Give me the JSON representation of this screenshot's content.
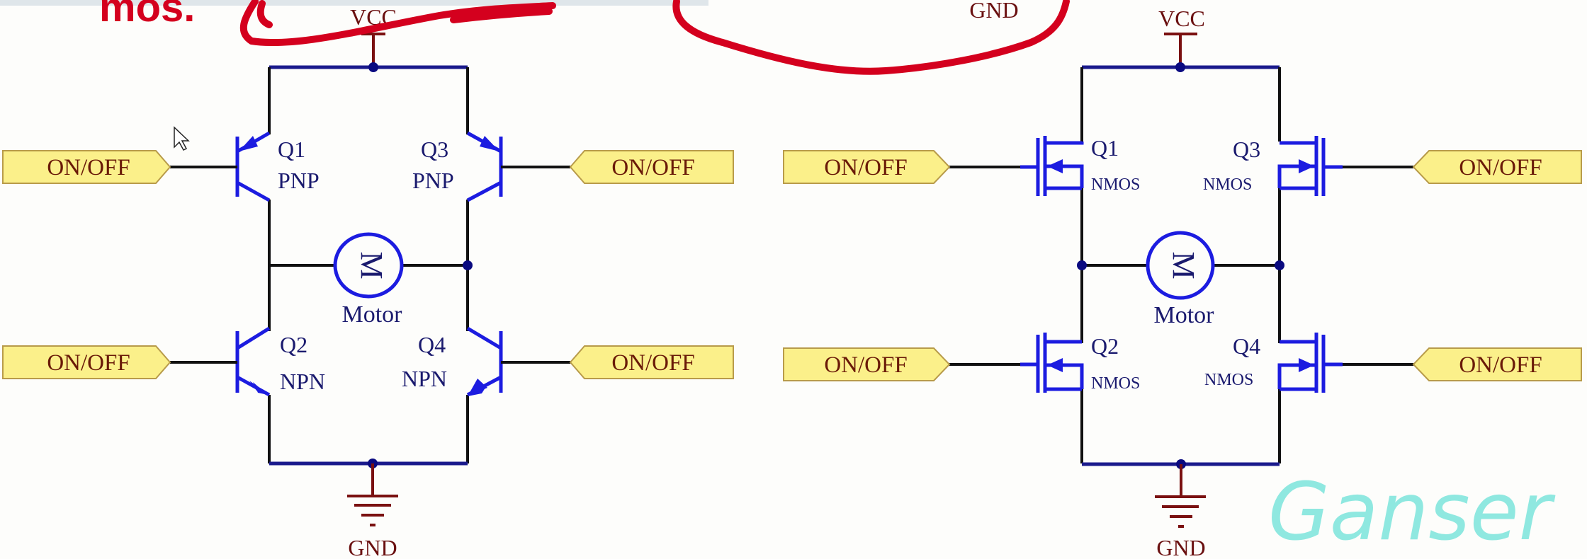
{
  "annotation": {
    "handwritten_text": "mos.",
    "ink_color": "#d4001e"
  },
  "bjt_circuit": {
    "vcc_label": "VCC",
    "gnd_label": "GND",
    "motor": {
      "symbol": "M",
      "label": "Motor"
    },
    "transistors": [
      {
        "ref": "Q1",
        "type": "PNP"
      },
      {
        "ref": "Q3",
        "type": "PNP"
      },
      {
        "ref": "Q2",
        "type": "NPN"
      },
      {
        "ref": "Q4",
        "type": "NPN"
      }
    ],
    "ports": [
      "ON/OFF",
      "ON/OFF",
      "ON/OFF",
      "ON/OFF"
    ]
  },
  "mos_circuit": {
    "vcc_label": "VCC",
    "gnd_label": "GND",
    "gnd_top_label": "GND",
    "motor": {
      "symbol": "M",
      "label": "Motor"
    },
    "transistors": [
      {
        "ref": "Q1",
        "type": "NMOS"
      },
      {
        "ref": "Q3",
        "type": "NMOS"
      },
      {
        "ref": "Q2",
        "type": "NMOS"
      },
      {
        "ref": "Q4",
        "type": "NMOS"
      }
    ],
    "ports": [
      "ON/OFF",
      "ON/OFF",
      "ON/OFF",
      "ON/OFF"
    ]
  },
  "watermark": "Ganser",
  "colors": {
    "symbol": "#1c1ce0",
    "wire": "#111111",
    "power": "#7a1010",
    "port_fill": "#fbf08a"
  }
}
